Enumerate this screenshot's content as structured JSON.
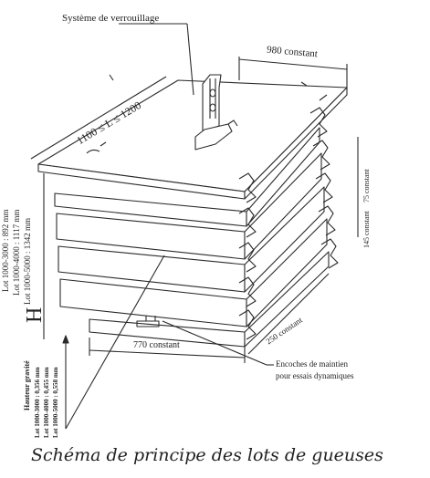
{
  "labels": {
    "locking_system": "Système de verrouillage",
    "width_constant": "980 constant",
    "length_range": "1100 ≤ L ≤ 1200",
    "lot_3000_height": "Lot 1000-3000 : 892 mm",
    "lot_4000_height": "Lot 1000-4000 : 1117 mm",
    "lot_5000_height": "Lot 1000-5000 : 1342 mm",
    "height_symbol": "H",
    "dim_75": "75 constant",
    "dim_145": "145 constant",
    "dim_250": "250 constant",
    "dim_770": "770 constant",
    "notches_line1": "Encoches de maintien",
    "notches_line2": "pour essais dynamiques",
    "gravity_title": "Hauteur gravité",
    "gravity_3000": "Lot 1000-3000 : 0,356 mm",
    "gravity_4000": "Lot 1000-4000 : 0,455 mm",
    "gravity_5000": "Lot 1000-5000 : 0,558 mm"
  },
  "caption": "Schéma de principe des lots de gueuses",
  "colors": {
    "ink": "#2a2a2a",
    "paper": "#ffffff"
  }
}
